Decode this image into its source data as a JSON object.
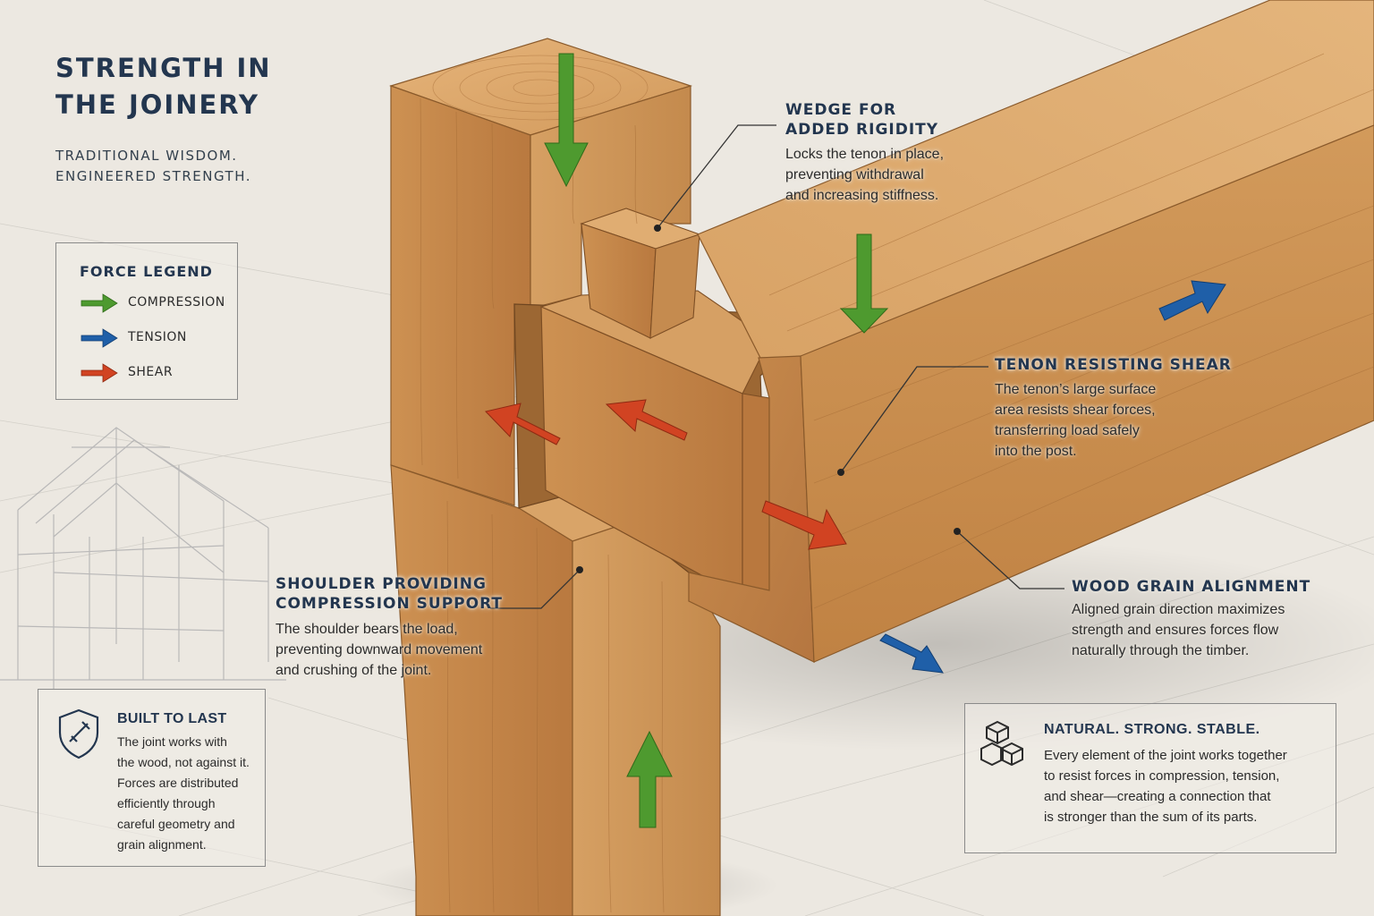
{
  "header": {
    "title_line1": "STRENGTH IN",
    "title_line2": "THE JOINERY",
    "tagline_line1": "TRADITIONAL WISDOM.",
    "tagline_line2": "ENGINEERED STRENGTH."
  },
  "legend": {
    "title": "FORCE LEGEND",
    "items": [
      {
        "label": "COMPRESSION",
        "color": "#4e9a2f",
        "icon": "green-arrow-icon"
      },
      {
        "label": "TENSION",
        "color": "#1f5fa8",
        "icon": "blue-arrow-icon"
      },
      {
        "label": "SHEAR",
        "color": "#d14322",
        "icon": "red-arrow-icon"
      }
    ]
  },
  "callouts": {
    "wedge": {
      "title_line1": "WEDGE FOR",
      "title_line2": "ADDED RIGIDITY",
      "body": [
        "Locks the tenon in place,",
        "preventing withdrawal",
        "and increasing stiffness."
      ]
    },
    "tenon": {
      "title": "TENON RESISTING SHEAR",
      "body": [
        "The tenon’s large surface",
        "area resists shear forces,",
        "transferring load safely",
        "into the post."
      ]
    },
    "shoulder": {
      "title_line1": "SHOULDER PROVIDING",
      "title_line2": "COMPRESSION SUPPORT",
      "body": [
        "The shoulder bears the load,",
        "preventing downward movement",
        "and crushing of the joint."
      ]
    },
    "grain": {
      "title": "WOOD GRAIN ALIGNMENT",
      "body": [
        "Aligned grain direction maximizes",
        "strength and ensures forces flow",
        "naturally through the timber."
      ]
    }
  },
  "built_to_last": {
    "title": "BUILT TO LAST",
    "icon": "shield-icon",
    "body": [
      "The joint works with",
      "the wood, not against it.",
      "Forces are distributed",
      "efficiently through",
      "careful geometry and",
      "grain alignment."
    ]
  },
  "natural": {
    "title": "NATURAL. STRONG. STABLE.",
    "icon": "cubes-icon",
    "body": [
      "Every element of the joint works together",
      "to resist forces in compression, tension,",
      "and shear—creating a connection that",
      "is stronger than the sum of its parts."
    ]
  },
  "colors": {
    "compression": "#4e9a2f",
    "tension": "#1f5fa8",
    "shear": "#d14322",
    "heading": "#23364f",
    "wood_light": "#d9a46a",
    "wood_mid": "#c18649",
    "wood_dark": "#a56c36"
  }
}
